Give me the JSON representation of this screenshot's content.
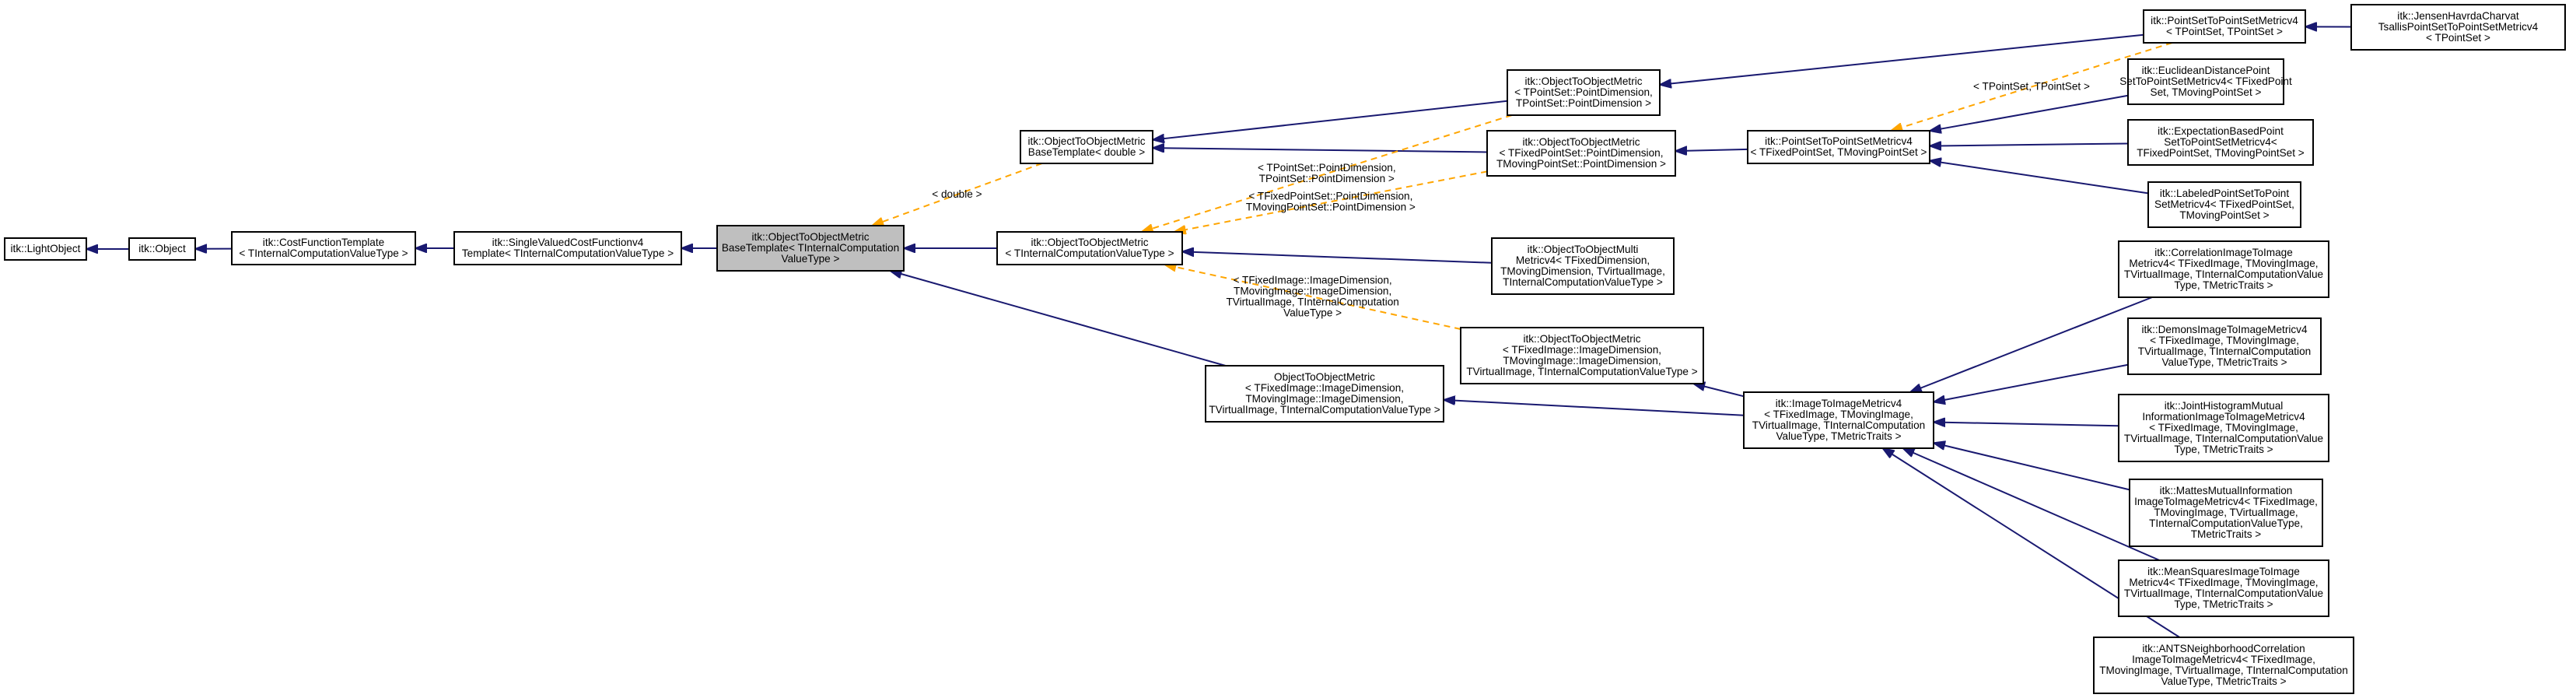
{
  "colors": {
    "inheritance_edge": "#191970",
    "template_edge": "#ffa500",
    "current_node_fill": "#bfbfbf"
  },
  "nodes": [
    {
      "id": "lightobject",
      "current": false,
      "lines": [
        "itk::LightObject"
      ]
    },
    {
      "id": "object",
      "current": false,
      "lines": [
        "itk::Object"
      ]
    },
    {
      "id": "costfunctiontemplate",
      "current": false,
      "lines": [
        "itk::CostFunctionTemplate",
        "< TInternalComputationValueType >"
      ]
    },
    {
      "id": "singlevalued",
      "current": false,
      "lines": [
        "itk::SingleValuedCostFunctionv4",
        "Template< TInternalComputationValueType >"
      ]
    },
    {
      "id": "basetemplate-current",
      "current": true,
      "lines": [
        "itk::ObjectToObjectMetric",
        "BaseTemplate< TInternalComputation",
        "ValueType >"
      ]
    },
    {
      "id": "basetemplate-double",
      "current": false,
      "lines": [
        "itk::ObjectToObjectMetric",
        "BaseTemplate< double >"
      ]
    },
    {
      "id": "o2o-internal",
      "current": false,
      "lines": [
        "itk::ObjectToObjectMetric",
        "< TInternalComputationValueType >"
      ]
    },
    {
      "id": "o2o-tpointset",
      "current": false,
      "lines": [
        "itk::ObjectToObjectMetric",
        "< TPointSet::PointDimension,",
        "TPointSet::PointDimension >"
      ]
    },
    {
      "id": "o2o-fixedmoving-pointset",
      "current": false,
      "lines": [
        "itk::ObjectToObjectMetric",
        "< TFixedPointSet::PointDimension,",
        "TMovingPointSet::PointDimension >"
      ]
    },
    {
      "id": "o2o-multi",
      "current": false,
      "lines": [
        "itk::ObjectToObjectMulti",
        "Metricv4< TFixedDimension,",
        "TMovingDimension, TVirtualImage,",
        "TInternalComputationValueType >"
      ]
    },
    {
      "id": "o2o-image",
      "current": false,
      "lines": [
        "itk::ObjectToObjectMetric",
        "< TFixedImage::ImageDimension,",
        "TMovingImage::ImageDimension,",
        "TVirtualImage, TInternalComputationValueType >"
      ]
    },
    {
      "id": "o2o-image-plain",
      "current": false,
      "lines": [
        "ObjectToObjectMetric",
        "< TFixedImage::ImageDimension,",
        "TMovingImage::ImageDimension,",
        "TVirtualImage, TInternalComputationValueType >"
      ]
    },
    {
      "id": "pointset-metric-tpointset",
      "current": false,
      "lines": [
        "itk::PointSetToPointSetMetricv4",
        "< TPointSet, TPointSet >"
      ]
    },
    {
      "id": "jensen",
      "current": false,
      "lines": [
        "itk::JensenHavrdaCharvat",
        "TsallisPointSetToPointSetMetricv4",
        "< TPointSet >"
      ]
    },
    {
      "id": "pointset-metric-fixedmoving",
      "current": false,
      "lines": [
        "itk::PointSetToPointSetMetricv4",
        "< TFixedPointSet, TMovingPointSet >"
      ]
    },
    {
      "id": "euclidean",
      "current": false,
      "lines": [
        "itk::EuclideanDistancePoint",
        "SetToPointSetMetricv4< TFixedPoint",
        "Set, TMovingPointSet >"
      ]
    },
    {
      "id": "expectation",
      "current": false,
      "lines": [
        "itk::ExpectationBasedPoint",
        "SetToPointSetMetricv4<",
        "TFixedPointSet, TMovingPointSet >"
      ]
    },
    {
      "id": "labeled",
      "current": false,
      "lines": [
        "itk::LabeledPointSetToPoint",
        "SetMetricv4< TFixedPointSet,",
        "TMovingPointSet >"
      ]
    },
    {
      "id": "image-metric",
      "current": false,
      "lines": [
        "itk::ImageToImageMetricv4",
        "< TFixedImage, TMovingImage,",
        "TVirtualImage, TInternalComputation",
        "ValueType, TMetricTraits >"
      ]
    },
    {
      "id": "correlation",
      "current": false,
      "lines": [
        "itk::CorrelationImageToImage",
        "Metricv4< TFixedImage, TMovingImage,",
        "TVirtualImage, TInternalComputationValue",
        "Type, TMetricTraits >"
      ]
    },
    {
      "id": "demons",
      "current": false,
      "lines": [
        "itk::DemonsImageToImageMetricv4",
        "< TFixedImage, TMovingImage,",
        "TVirtualImage, TInternalComputation",
        "ValueType, TMetricTraits >"
      ]
    },
    {
      "id": "jointhistogram",
      "current": false,
      "lines": [
        "itk::JointHistogramMutual",
        "InformationImageToImageMetricv4",
        "< TFixedImage, TMovingImage,",
        "TVirtualImage, TInternalComputationValue",
        "Type, TMetricTraits >"
      ]
    },
    {
      "id": "mattes",
      "current": false,
      "lines": [
        "itk::MattesMutualInformation",
        "ImageToImageMetricv4< TFixedImage,",
        "TMovingImage, TVirtualImage,",
        "TInternalComputationValueType,",
        "TMetricTraits >"
      ]
    },
    {
      "id": "meansquares",
      "current": false,
      "lines": [
        "itk::MeanSquaresImageToImage",
        "Metricv4< TFixedImage, TMovingImage,",
        "TVirtualImage, TInternalComputationValue",
        "Type, TMetricTraits >"
      ]
    },
    {
      "id": "ants",
      "current": false,
      "lines": [
        "itk::ANTSNeighborhoodCorrelation",
        "ImageToImageMetricv4< TFixedImage,",
        "TMovingImage, TVirtualImage, TInternalComputation",
        "ValueType, TMetricTraits >"
      ]
    }
  ],
  "edges": [
    {
      "type": "inherit",
      "from": "object",
      "to": "lightobject"
    },
    {
      "type": "inherit",
      "from": "costfunctiontemplate",
      "to": "object"
    },
    {
      "type": "inherit",
      "from": "singlevalued",
      "to": "costfunctiontemplate"
    },
    {
      "type": "inherit",
      "from": "basetemplate-current",
      "to": "singlevalued"
    },
    {
      "type": "inherit",
      "from": "o2o-internal",
      "to": "basetemplate-current"
    },
    {
      "type": "inherit",
      "from": "o2o-image-plain",
      "to": "basetemplate-current"
    },
    {
      "type": "inherit",
      "from": "o2o-tpointset",
      "to": "basetemplate-double"
    },
    {
      "type": "inherit",
      "from": "o2o-fixedmoving-pointset",
      "to": "basetemplate-double"
    },
    {
      "type": "inherit",
      "from": "o2o-multi",
      "to": "o2o-internal"
    },
    {
      "type": "inherit",
      "from": "pointset-metric-tpointset",
      "to": "o2o-tpointset"
    },
    {
      "type": "inherit",
      "from": "jensen",
      "to": "pointset-metric-tpointset"
    },
    {
      "type": "inherit",
      "from": "pointset-metric-fixedmoving",
      "to": "o2o-fixedmoving-pointset"
    },
    {
      "type": "inherit",
      "from": "euclidean",
      "to": "pointset-metric-fixedmoving"
    },
    {
      "type": "inherit",
      "from": "expectation",
      "to": "pointset-metric-fixedmoving"
    },
    {
      "type": "inherit",
      "from": "labeled",
      "to": "pointset-metric-fixedmoving"
    },
    {
      "type": "inherit",
      "from": "image-metric",
      "to": "o2o-image"
    },
    {
      "type": "inherit",
      "from": "image-metric",
      "to": "o2o-image-plain"
    },
    {
      "type": "inherit",
      "from": "correlation",
      "to": "image-metric"
    },
    {
      "type": "inherit",
      "from": "demons",
      "to": "image-metric"
    },
    {
      "type": "inherit",
      "from": "jointhistogram",
      "to": "image-metric"
    },
    {
      "type": "inherit",
      "from": "mattes",
      "to": "image-metric"
    },
    {
      "type": "inherit",
      "from": "meansquares",
      "to": "image-metric"
    },
    {
      "type": "inherit",
      "from": "ants",
      "to": "image-metric"
    },
    {
      "type": "template",
      "from": "basetemplate-double",
      "to": "basetemplate-current",
      "label": [
        "< double >"
      ]
    },
    {
      "type": "template",
      "from": "o2o-tpointset",
      "to": "o2o-internal",
      "label": [
        "< TPointSet::PointDimension,",
        "TPointSet::PointDimension >"
      ]
    },
    {
      "type": "template",
      "from": "o2o-fixedmoving-pointset",
      "to": "o2o-internal",
      "label": [
        "< TFixedPointSet::PointDimension,",
        "TMovingPointSet::PointDimension >"
      ]
    },
    {
      "type": "template",
      "from": "o2o-image",
      "to": "o2o-internal",
      "label": [
        "< TFixedImage::ImageDimension,",
        "TMovingImage::ImageDimension,",
        "TVirtualImage, TInternalComputation",
        "ValueType >"
      ]
    },
    {
      "type": "template",
      "from": "pointset-metric-tpointset",
      "to": "pointset-metric-fixedmoving",
      "label": [
        "< TPointSet, TPointSet >"
      ]
    }
  ]
}
